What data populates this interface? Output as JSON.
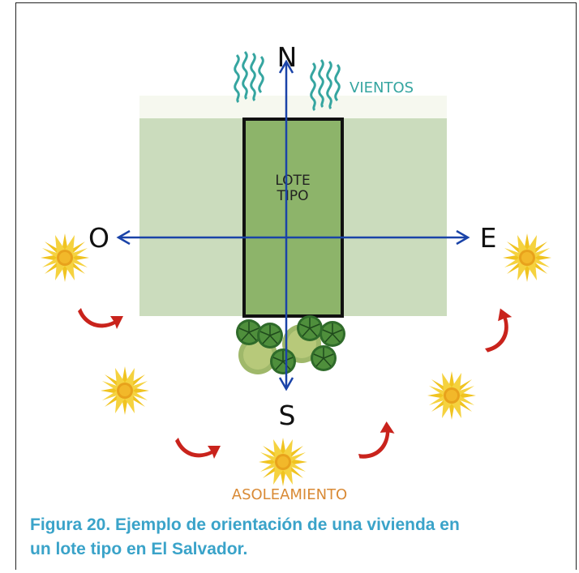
{
  "compass": {
    "north": "N",
    "south": "S",
    "east": "E",
    "west": "O"
  },
  "labels": {
    "lot_line1": "LOTE",
    "lot_line2": "TIPO",
    "winds": "VIENTOS",
    "sun": "ASOLEAMIENTO"
  },
  "caption": {
    "line1": "Figura 20. Ejemplo de orientación de una vivienda en",
    "line2": "un lote tipo en El Salvador."
  },
  "colors": {
    "arrow_blue": "#1a43a8",
    "lot_green": "#8db46a",
    "side_green": "#cbdcbd",
    "sun_yellow": "#f0c320",
    "sun_arrow_red": "#c9231c",
    "wind_teal": "#35a5a0",
    "sun_label_orange": "#d98a35",
    "caption_blue": "#3aa3c9"
  },
  "icons": [
    "wind-icon",
    "sun-icon",
    "sun-path-arrow-icon",
    "tree-icon"
  ]
}
